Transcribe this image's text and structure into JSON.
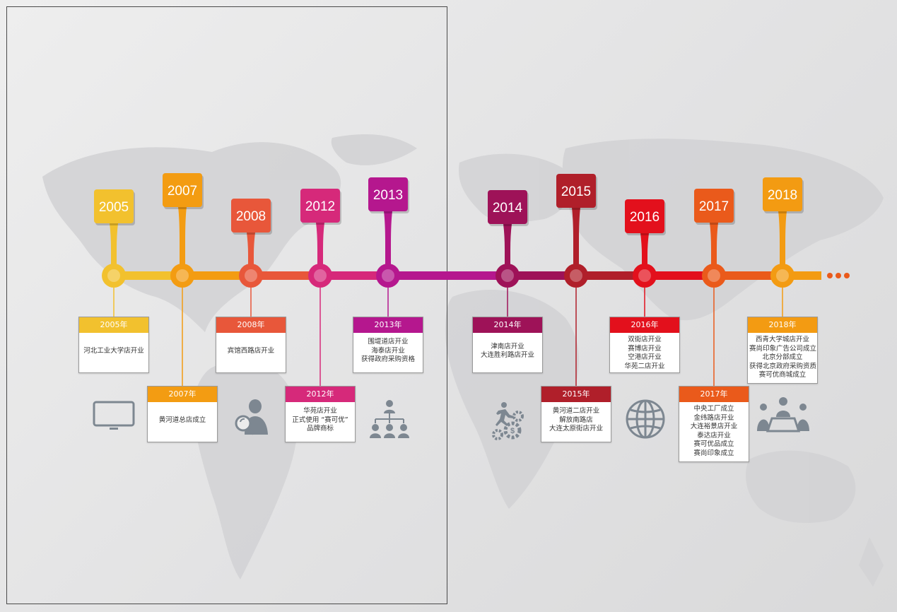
{
  "timeline": [
    {
      "year": "2005",
      "label": "2005年",
      "color": "#f2c12e",
      "items": [
        "河北工业大学店开业"
      ],
      "pos": "above-line-card-top"
    },
    {
      "year": "2007",
      "label": "2007年",
      "color": "#f39c12",
      "items": [
        "黄河道总店成立"
      ],
      "pos": "card-bottom"
    },
    {
      "year": "2008",
      "label": "2008年",
      "color": "#e8573a",
      "items": [
        "宾馆西路店开业"
      ],
      "pos": "card-top"
    },
    {
      "year": "2012",
      "label": "2012年",
      "color": "#d6297a",
      "items": [
        "华苑店开业",
        "正式使用 “赛可优”",
        "品牌商标"
      ],
      "pos": "card-bottom"
    },
    {
      "year": "2013",
      "label": "2013年",
      "color": "#b5178e",
      "items": [
        "围堤道店开业",
        "海泰店开业",
        "获得政府采购资格"
      ],
      "pos": "card-top"
    },
    {
      "year": "2014",
      "label": "2014年",
      "color": "#9e1258",
      "items": [
        "津南店开业",
        "大连胜利路店开业"
      ],
      "pos": "card-top"
    },
    {
      "year": "2015",
      "label": "2015年",
      "color": "#b01f2a",
      "items": [
        "黄河道二店开业",
        "解放南路店",
        "大连太原街店开业"
      ],
      "pos": "card-bottom"
    },
    {
      "year": "2016",
      "label": "2016年",
      "color": "#e3101c",
      "items": [
        "双街店开业",
        "赛博店开业",
        "空港店开业",
        "华苑二店开业"
      ],
      "pos": "card-top"
    },
    {
      "year": "2017",
      "label": "2017年",
      "color": "#ea5a1b",
      "items": [
        "中央工厂成立",
        "金纬路店开业",
        "大连裕景店开业",
        "泰达店开业",
        "赛可优品成立",
        "赛尚印象成立"
      ],
      "pos": "card-bottom"
    },
    {
      "year": "2018",
      "label": "2018年",
      "color": "#f39b12",
      "items": [
        "西青大学城店开业",
        "赛尚印象广告公司成立",
        "北京分部成立",
        "获得北京政府采购资质",
        "赛可优商城成立"
      ],
      "pos": "card-top"
    }
  ],
  "icons": [
    "monitor-icon",
    "search-person-icon",
    "org-chart-icon",
    "running-gears-icon",
    "globe-icon",
    "meeting-icon"
  ],
  "colors": {
    "background": "#e6e6e7",
    "map": "#d2d2d4",
    "icon": "#7d8791",
    "card_border": "#9a9a9a"
  }
}
